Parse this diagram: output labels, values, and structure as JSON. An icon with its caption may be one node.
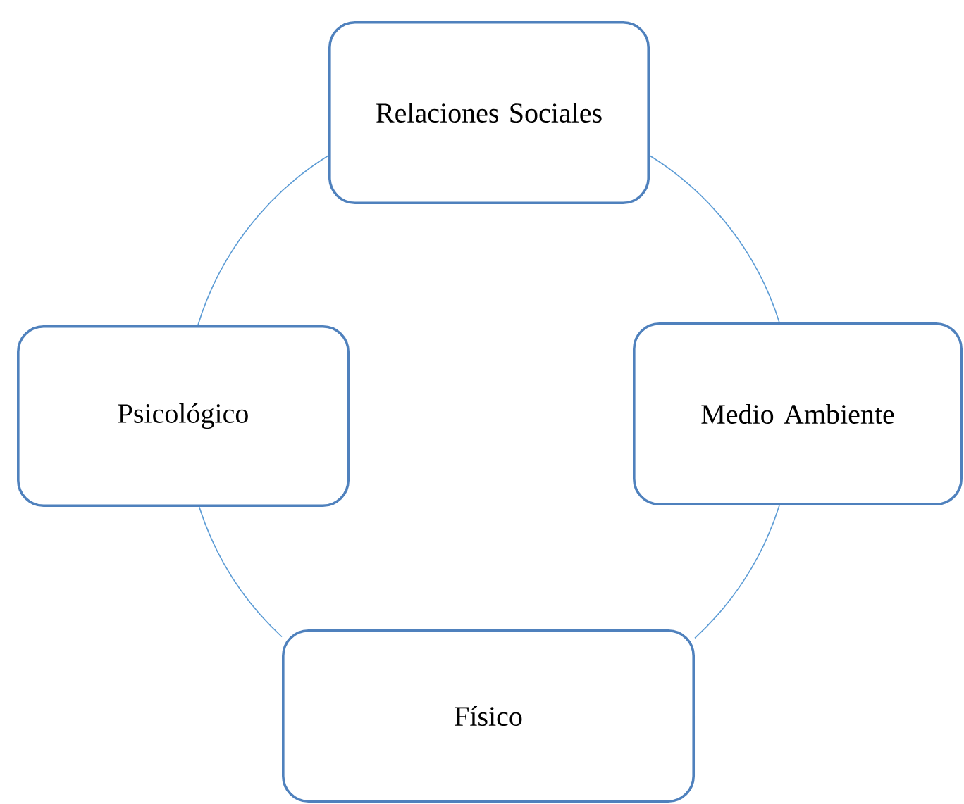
{
  "diagram": {
    "nodes": [
      {
        "text": [
          "Relaciones Sociales"
        ]
      },
      {
        "text": [
          "Psicológico"
        ]
      },
      {
        "text": [
          "Medio Ambiente"
        ]
      },
      {
        "text": [
          "Físico"
        ]
      }
    ],
    "edges": [
      {
        "from": 0,
        "to": 1,
        "arrow": "none"
      },
      {
        "from": 1,
        "to": 3,
        "arrow": "none"
      },
      {
        "from": 3,
        "to": 2,
        "arrow": "none"
      },
      {
        "from": 2,
        "to": 0,
        "arrow": "none"
      }
    ]
  }
}
